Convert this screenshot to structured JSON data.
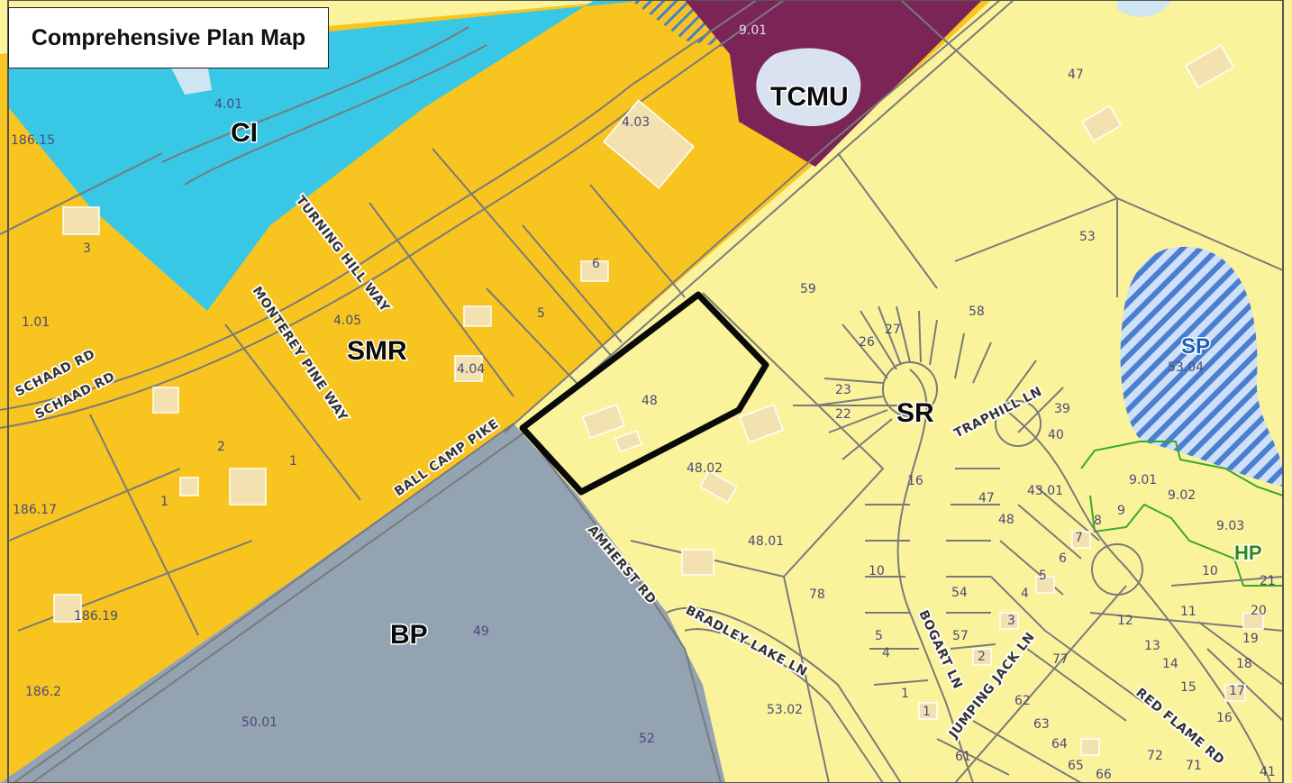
{
  "title": "Comprehensive Plan Map",
  "colors": {
    "ci": "#38c8e6",
    "smr": "#f8c41f",
    "tcmu": "#7b2457",
    "sr": "#fbf39c",
    "bp": "#93a3b2",
    "sp_hatch": "#4a7fd0",
    "hp_outline": "#3aa82e",
    "subject_outline": "#0a0a0a"
  },
  "zones": {
    "ci": "CI",
    "smr": "SMR",
    "tcmu": "TCMU",
    "sr": "SR",
    "bp": "BP",
    "sp": "SP",
    "hp": "HP"
  },
  "roads": {
    "schaad_1": "SCHAAD RD",
    "schaad_2": "SCHAAD RD",
    "turning_hill": "TURNING HILL WAY",
    "monterey_pine": "MONTEREY PINE WAY",
    "ball_camp": "BALL CAMP PIKE",
    "amherst": "AMHERST RD",
    "bradley_lake": "BRADLEY LAKE LN",
    "traphill": "TRAPHILL LN",
    "bogart": "BOGART LN",
    "jumping_jack": "JUMPING JACK LN",
    "red_flame": "RED FLAME RD"
  },
  "parcels": {
    "p9_01a": "9.01",
    "p7": "7",
    "p47": "47",
    "p4_01": "4.01",
    "p186_15": "186.15",
    "p4_03": "4.03",
    "p3": "3",
    "p53": "53",
    "p6": "6",
    "p59": "59",
    "p1_01": "1.01",
    "p4_05": "4.05",
    "p5": "5",
    "p58": "58",
    "p27": "27",
    "p26": "26",
    "p4_04": "4.04",
    "p48": "48",
    "p23": "23",
    "p22": "22",
    "p39": "39",
    "p53_04": "53.04",
    "p40": "40",
    "p2": "2",
    "p1a": "1",
    "p48_02": "48.02",
    "p16": "16",
    "p43_01": "43.01",
    "p9_01b": "9.01",
    "p9_02": "9.02",
    "p186_17": "186.17",
    "p1b": "1",
    "p47b": "47",
    "p48b": "48",
    "p8": "8",
    "p9": "9",
    "p9_03": "9.03",
    "p7b": "7",
    "p48_01": "48.01",
    "p6b": "6",
    "p10a": "10",
    "p5b": "5",
    "p10b": "10",
    "p21": "21",
    "p186_19": "186.19",
    "p78": "78",
    "p54": "54",
    "p4b": "4",
    "p11": "11",
    "p20": "20",
    "p49": "49",
    "p12": "12",
    "p3b": "3",
    "p19": "19",
    "p5c": "5",
    "p57": "57",
    "p13": "13",
    "p4c": "4",
    "p2b": "2",
    "p77": "77",
    "p14": "14",
    "p18": "18",
    "p15": "15",
    "p17": "17",
    "p186_2": "186.2",
    "p1c": "1",
    "p62": "62",
    "p53_02": "53.02",
    "p50_01": "50.01",
    "p1d": "1",
    "p16b": "16",
    "p63": "63",
    "p52": "52",
    "p64": "64",
    "p72": "72",
    "p61": "61",
    "p65": "65",
    "p66": "66",
    "p71": "71",
    "p41": "41"
  }
}
